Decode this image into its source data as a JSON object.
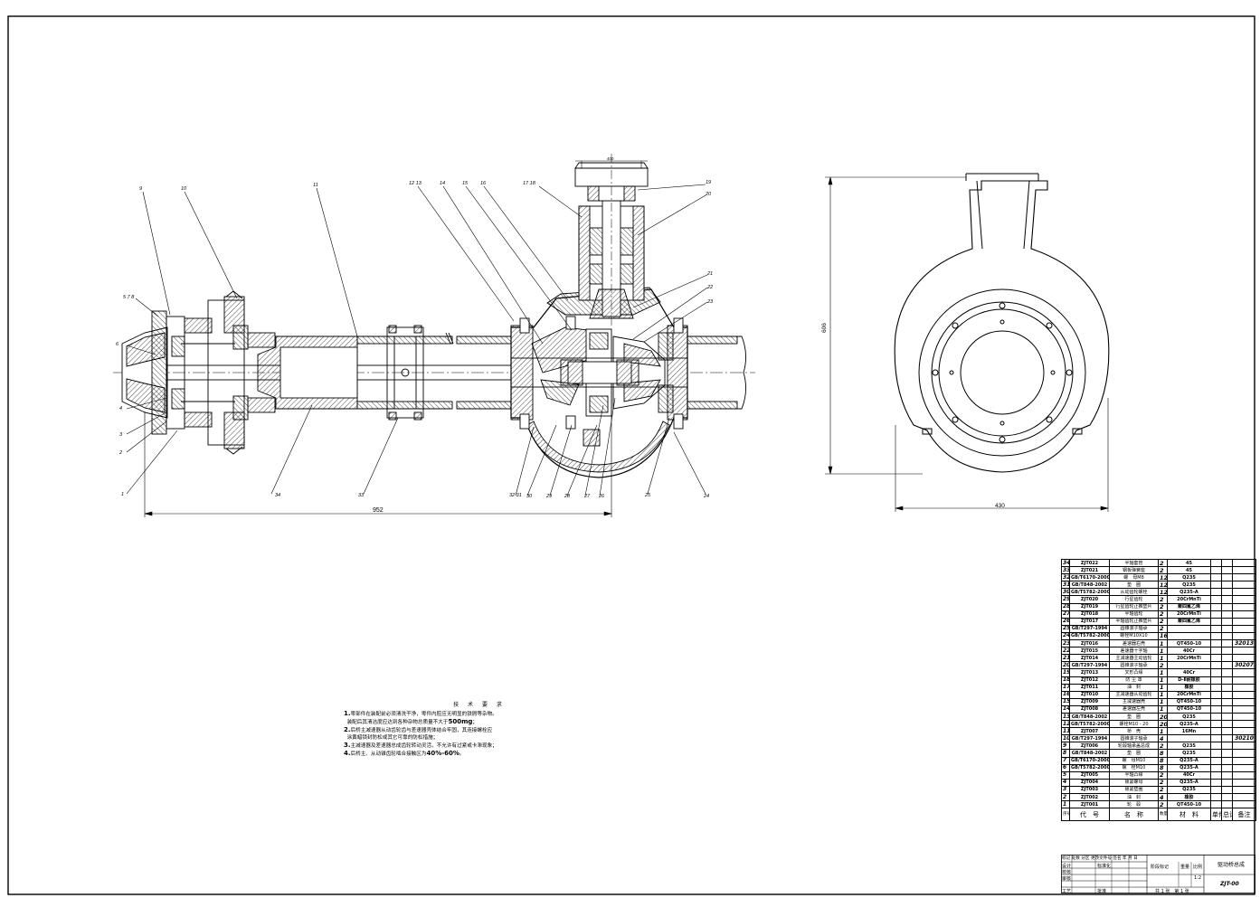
{
  "drawing": {
    "callouts_top": [
      "9",
      "10",
      "11",
      "12 13",
      "14",
      "15",
      "16",
      "17 18",
      "19",
      "20",
      "21",
      "22",
      "23"
    ],
    "callouts_left": [
      "5 7 8",
      "6",
      "4",
      "3",
      "2",
      "1"
    ],
    "callouts_bottom": [
      "34",
      "33",
      "32 31",
      "30",
      "29",
      "28",
      "27",
      "26",
      "25",
      "24"
    ],
    "dim_overall_length": "952",
    "dim_flange": "400",
    "dim_height": "606",
    "dim_width": "430"
  },
  "notes": {
    "title": "技 术 要 求",
    "lines": [
      {
        "n": "1.",
        "t": "零部件在装配前必须清洗干净，零件内腔应无明显的铁屑等杂物。"
      },
      {
        "n": "",
        "t": "装配后其清洁度应达到各种杂物总质量不大于",
        "b": "500mg",
        "tail": "；"
      },
      {
        "n": "2.",
        "t": "后桥主减速器从动齿轮齿与差速器壳体结合牢固，其连接螺栓应"
      },
      {
        "n": "",
        "t": "涂黄蜡锁封防松或其它可靠的防松措施；"
      },
      {
        "n": "3.",
        "t": "主减速器及差速器总成齿轮转动灵活，不允许有过紧或卡滞现象；"
      },
      {
        "n": "4.",
        "t": "后桥主、从动锥齿轮啮合接触区为",
        "b": "40%-60%",
        "tail": "。"
      }
    ]
  },
  "bom": {
    "rows": [
      {
        "i": "34",
        "c": "ZJT022",
        "n": "半轴套管",
        "q": "2",
        "m": "45",
        "note": ""
      },
      {
        "i": "33",
        "c": "ZJT021",
        "n": "钢板弹簧座",
        "q": "2",
        "m": "45",
        "note": ""
      },
      {
        "i": "32",
        "c": "GB/T6170-2000",
        "n": "螺　母M8",
        "q": "12",
        "m": "Q235",
        "note": ""
      },
      {
        "i": "31",
        "c": "GB/T848-2002",
        "n": "垫　圈",
        "q": "12",
        "m": "Q235",
        "note": ""
      },
      {
        "i": "30",
        "c": "GB/T5782-2000",
        "n": "从动齿轮螺栓",
        "q": "12",
        "m": "Q235-A",
        "note": ""
      },
      {
        "i": "29",
        "c": "ZJT020",
        "n": "行星齿轮",
        "q": "2",
        "m": "20CrMnTi",
        "note": ""
      },
      {
        "i": "28",
        "c": "ZJT019",
        "n": "行星齿轮止推垫片",
        "q": "2",
        "m": "聚四氟乙烯",
        "note": ""
      },
      {
        "i": "27",
        "c": "ZJT018",
        "n": "半轴齿轮",
        "q": "2",
        "m": "20CrMnTi",
        "note": ""
      },
      {
        "i": "26",
        "c": "ZJT017",
        "n": "半轴齿轮止推垫片",
        "q": "2",
        "m": "聚四氟乙烯",
        "note": ""
      },
      {
        "i": "25",
        "c": "GB/T297-1994",
        "n": "圆锥滚子轴承",
        "q": "2",
        "m": "",
        "note": ""
      },
      {
        "i": "24",
        "c": "GB/T5782-2000",
        "n": "螺栓M10X10",
        "q": "16",
        "m": "",
        "note": ""
      },
      {
        "i": "23",
        "c": "ZJT016",
        "n": "差速器右壳",
        "q": "1",
        "m": "QT450-10",
        "note": "32013"
      },
      {
        "i": "22",
        "c": "ZJT015",
        "n": "差速器十字轴",
        "q": "1",
        "m": "40Cr",
        "note": ""
      },
      {
        "i": "21",
        "c": "ZJT014",
        "n": "主减速器主动齿轮",
        "q": "1",
        "m": "20CrMnTi",
        "note": ""
      },
      {
        "i": "20",
        "c": "GB/T297-1994",
        "n": "圆锥滚子轴承",
        "q": "2",
        "m": "",
        "note": "30207"
      },
      {
        "i": "19",
        "c": "ZJT013",
        "n": "叉形凸缘",
        "q": "1",
        "m": "40Cr",
        "note": ""
      },
      {
        "i": "18",
        "c": "ZJT012",
        "n": "防 尘 罩",
        "q": "1",
        "m": "D-Ⅱ耐橡胶",
        "note": ""
      },
      {
        "i": "17",
        "c": "ZJT011",
        "n": "油　封",
        "q": "1",
        "m": "橡胶",
        "note": ""
      },
      {
        "i": "16",
        "c": "ZJT010",
        "n": "主减速器从动齿轮",
        "q": "1",
        "m": "20CrMnTi",
        "note": ""
      },
      {
        "i": "15",
        "c": "ZJT009",
        "n": "主减速器壳",
        "q": "1",
        "m": "QT450-10",
        "note": ""
      },
      {
        "i": "14",
        "c": "ZJT008",
        "n": "差速器左壳",
        "q": "1",
        "m": "QT450-10",
        "note": ""
      },
      {
        "i": "13",
        "c": "GB/T848-2002",
        "n": "垫　圈",
        "q": "20",
        "m": "Q235",
        "note": ""
      },
      {
        "i": "12",
        "c": "GB/T5782-2000",
        "n": "螺栓M10 - 20",
        "q": "20",
        "m": "Q235-A",
        "note": ""
      },
      {
        "i": "11",
        "c": "ZJT007",
        "n": "桥　壳",
        "q": "1",
        "m": "16Mn",
        "note": ""
      },
      {
        "i": "10",
        "c": "GB/T297-1994",
        "n": "圆锥滚子轴承",
        "q": "4",
        "m": "",
        "note": "30210"
      },
      {
        "i": "9",
        "c": "ZJT006",
        "n": "轮毂轴承盖总成",
        "q": "2",
        "m": "Q235",
        "note": ""
      },
      {
        "i": "8",
        "c": "GB/T848-2002",
        "n": "垫　圈",
        "q": "8",
        "m": "Q235",
        "note": ""
      },
      {
        "i": "7",
        "c": "GB/T6170-2000",
        "n": "螺　母M10",
        "q": "8",
        "m": "Q235-A",
        "note": ""
      },
      {
        "i": "6",
        "c": "GB/T5782-2000",
        "n": "螺　栓M10",
        "q": "8",
        "m": "Q235-A",
        "note": ""
      },
      {
        "i": "5",
        "c": "ZJT005",
        "n": "半轴凸缘",
        "q": "2",
        "m": "40Cr",
        "note": ""
      },
      {
        "i": "4",
        "c": "ZJT004",
        "n": "锁紧螺母",
        "q": "2",
        "m": "Q235-A",
        "note": ""
      },
      {
        "i": "3",
        "c": "ZJT003",
        "n": "锁紧垫圈",
        "q": "2",
        "m": "Q235",
        "note": ""
      },
      {
        "i": "2",
        "c": "ZJT002",
        "n": "油　封",
        "q": "4",
        "m": "橡胶",
        "note": ""
      },
      {
        "i": "1",
        "c": "ZJT001",
        "n": "轮　毂",
        "q": "2",
        "m": "QT450-10",
        "note": ""
      }
    ],
    "header": {
      "idx": "序号",
      "code": "代　号",
      "name": "名　称",
      "qty": "数量",
      "mat": "材　料",
      "unit": "单件",
      "total": "总计",
      "note": "备注"
    }
  },
  "titleblock": {
    "row1": "标记 处数 分区 更改文件号 签名 年 月 日",
    "design": "设计",
    "standard": "标准化",
    "check": "校核",
    "review": "审核",
    "process": "工艺",
    "approve": "批准",
    "stage": "阶段标记",
    "weight": "重量",
    "scale_label": "比例",
    "scale": "1:2",
    "sheets": "共 1 张　第 1 张",
    "drawing_name": "驱动桥总成",
    "drawing_no": "ZJT-00"
  }
}
